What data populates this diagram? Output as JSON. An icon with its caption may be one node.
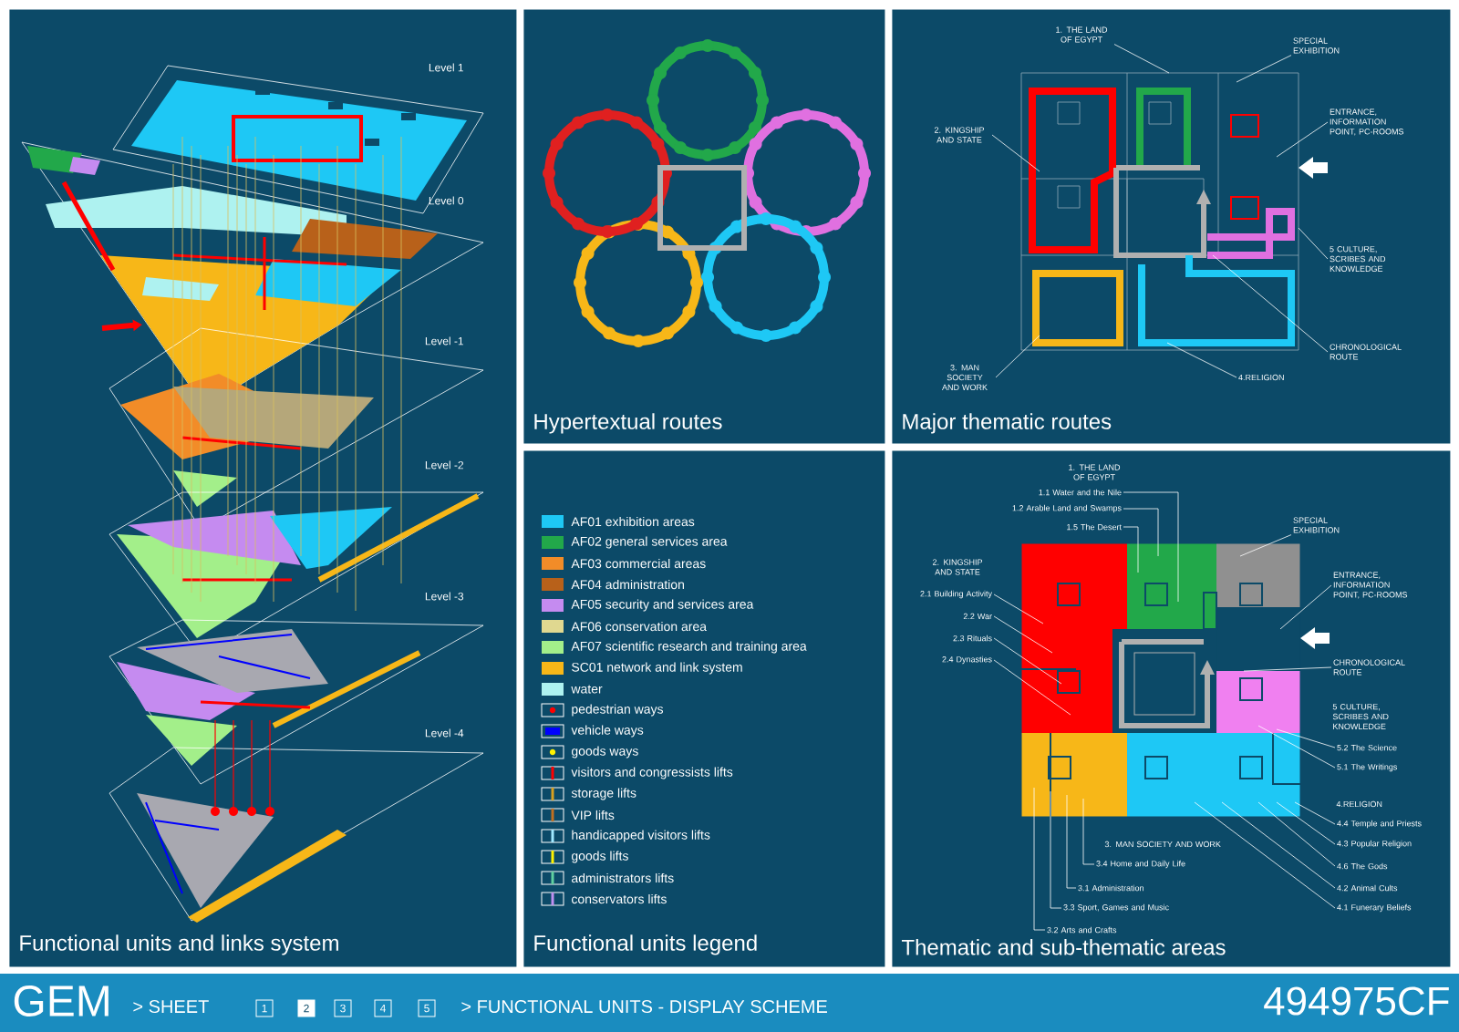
{
  "diagram": {
    "nodes": [
      {
        "text": [
          "Functional units and links system"
        ]
      },
      {
        "text": [
          "Hypertextual routes"
        ]
      },
      {
        "text": [
          "Major thematic routes"
        ]
      },
      {
        "text": [
          "1. THE LAND OF EGYPT"
        ],
        "in": 2
      },
      {
        "text": [
          "SPECIAL EXHIBITION"
        ],
        "in": 2
      },
      {
        "text": [
          "2. KINGSHIP AND STATE"
        ],
        "in": 2
      },
      {
        "text": [
          "ENTRANCE, INFORMATION POINT, PC-ROOMS"
        ],
        "in": 2
      },
      {
        "text": [
          "5 CULTURE, SCRIBES AND KNOWLEDGE"
        ],
        "in": 2
      },
      {
        "text": [
          "3. MAN SOCIETY AND WORK"
        ],
        "in": 2
      },
      {
        "text": [
          "4.RELIGION"
        ],
        "in": 2
      },
      {
        "text": [
          "CHRONOLOGICAL ROUTE"
        ],
        "in": 2
      },
      {
        "text": [
          "Functional units legend"
        ]
      },
      {
        "text": [
          "Thematic and sub-thematic areas"
        ]
      },
      {
        "text": [
          "1.1 Water and the Nile"
        ],
        "in": 12
      },
      {
        "text": [
          "1.2 Arable Land and Swamps"
        ],
        "in": 12
      },
      {
        "text": [
          "1.5 The Desert"
        ],
        "in": 12
      },
      {
        "text": [
          "SPECIAL EXHIBITION"
        ],
        "in": 12
      },
      {
        "text": [
          "2.1 Building Activity"
        ],
        "in": 12
      },
      {
        "text": [
          "2.2 War"
        ],
        "in": 12
      },
      {
        "text": [
          "2.3 Rituals"
        ],
        "in": 12
      },
      {
        "text": [
          "2.4 Dynasties"
        ],
        "in": 12
      },
      {
        "text": [
          "ENTRANCE, INFORMATION POINT, PC-ROOMS"
        ],
        "in": 12
      },
      {
        "text": [
          "CHRONOLOGICAL ROUTE"
        ],
        "in": 12
      },
      {
        "text": [
          "5.2 The Science"
        ],
        "in": 12
      },
      {
        "text": [
          "5.1 The Writings"
        ],
        "in": 12
      },
      {
        "text": [
          "4.4 Temple and Priests"
        ],
        "in": 12
      },
      {
        "text": [
          "4.3 Popular Religion"
        ],
        "in": 12
      },
      {
        "text": [
          "4.6 The Gods"
        ],
        "in": 12
      },
      {
        "text": [
          "4.2 Animal Cults"
        ],
        "in": 12
      },
      {
        "text": [
          "4.1 Funerary Beliefs"
        ],
        "in": 12
      },
      {
        "text": [
          "3.4 Home and Daily Life"
        ],
        "in": 12
      },
      {
        "text": [
          "3.1 Administration"
        ],
        "in": 12
      },
      {
        "text": [
          "3.3 Sport, Games and Music"
        ],
        "in": 12
      },
      {
        "text": [
          "3.2 Arts and Crafts"
        ],
        "in": 12
      },
      {
        "text": [
          "1"
        ]
      },
      {
        "text": [
          "2"
        ]
      },
      {
        "text": [
          "3"
        ]
      },
      {
        "text": [
          "4"
        ]
      },
      {
        "text": [
          "5"
        ]
      }
    ],
    "edges": [
      {
        "from": 3,
        "to": null,
        "arrow": "none"
      },
      {
        "from": 4,
        "to": null,
        "arrow": "none"
      },
      {
        "from": 5,
        "to": null,
        "arrow": "none"
      },
      {
        "from": 6,
        "to": null,
        "arrow": "none"
      },
      {
        "from": 7,
        "to": null,
        "arrow": "none"
      },
      {
        "from": 8,
        "to": null,
        "arrow": "none"
      },
      {
        "from": 9,
        "to": null,
        "arrow": "none"
      },
      {
        "from": 10,
        "to": null,
        "arrow": "none"
      },
      {
        "from": 13,
        "to": null,
        "arrow": "none"
      },
      {
        "from": 14,
        "to": null,
        "arrow": "none"
      },
      {
        "from": 15,
        "to": null,
        "arrow": "none"
      },
      {
        "from": 16,
        "to": null,
        "arrow": "none"
      },
      {
        "from": 17,
        "to": null,
        "arrow": "none"
      },
      {
        "from": 18,
        "to": null,
        "arrow": "none"
      },
      {
        "from": 19,
        "to": null,
        "arrow": "none"
      },
      {
        "from": 20,
        "to": null,
        "arrow": "none"
      },
      {
        "from": 21,
        "to": null,
        "arrow": "none"
      },
      {
        "from": 22,
        "to": null,
        "arrow": "none"
      },
      {
        "from": 23,
        "to": null,
        "arrow": "none"
      },
      {
        "from": 24,
        "to": null,
        "arrow": "none"
      },
      {
        "from": 25,
        "to": null,
        "arrow": "none"
      },
      {
        "from": 26,
        "to": null,
        "arrow": "none"
      },
      {
        "from": 27,
        "to": null,
        "arrow": "none"
      },
      {
        "from": 28,
        "to": null,
        "arrow": "none"
      },
      {
        "from": 29,
        "to": null,
        "arrow": "none"
      },
      {
        "from": 30,
        "to": null,
        "arrow": "none"
      },
      {
        "from": 31,
        "to": null,
        "arrow": "none"
      },
      {
        "from": 32,
        "to": null,
        "arrow": "none"
      },
      {
        "from": 33,
        "to": null,
        "arrow": "none"
      }
    ],
    "labels": [
      "Level 1",
      "Level 0",
      "Level -1",
      "Level -2",
      "Level -3",
      "Level -4",
      "1. THE LAND OF EGYPT",
      "2. KINGSHIP AND STATE",
      "5 CULTURE, SCRIBES AND KNOWLEDGE",
      "4.RELIGION",
      "3. MAN SOCIETY AND WORK",
      "GEM",
      "> SHEET",
      "> FUNCTIONAL UNITS - DISPLAY SCHEME",
      "494975CF"
    ],
    "legend": [
      {
        "text": "AF01 exhibition areas",
        "color": "#1ec8f5"
      },
      {
        "text": "AF02 general services area",
        "color": "#22a84a"
      },
      {
        "text": "AF03 commercial areas",
        "color": "#f28c28"
      },
      {
        "text": "AF04 administration",
        "color": "#b8611a"
      },
      {
        "text": "AF05 security and services area",
        "color": "#c58bf0"
      },
      {
        "text": "AF06 conservation area",
        "color": "#e0d890"
      },
      {
        "text": "AF07 scientific research and training area",
        "color": "#a3ef8a"
      },
      {
        "text": "SC01 network and link system",
        "color": "#f7b718"
      },
      {
        "text": "water",
        "color": "#aef2f0"
      },
      {
        "text": "pedestrian ways"
      },
      {
        "text": "vehicle ways"
      },
      {
        "text": "goods ways"
      },
      {
        "text": "visitors and congressists lifts"
      },
      {
        "text": "storage lifts"
      },
      {
        "text": "VIP lifts"
      },
      {
        "text": "handicapped visitors lifts"
      },
      {
        "text": "goods lifts"
      },
      {
        "text": "administrators lifts"
      },
      {
        "text": "conservators lifts"
      }
    ]
  }
}
